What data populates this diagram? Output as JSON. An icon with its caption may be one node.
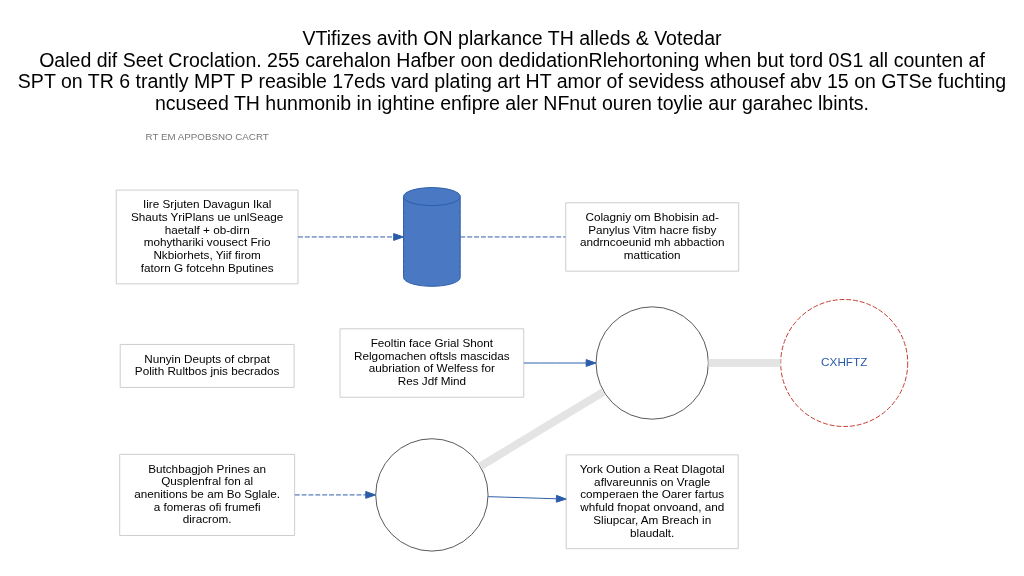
{
  "diagram": {
    "title": "VTifizes avith ON plarkance TH alleds & Votedar",
    "caption": "Oaled dif Seet Croclation. 255 carehalon Hafber oon dedidationRlehortoning when but tord 0S1 all counten af SPT on TR 6 trantly MPT P reasible 17eds vard plating art HT amor of sevidess athousef abv 15 on GTSe fuchting ncuseed TH hunmonib in ightine enfipre aler NFnut ouren toylie aur garahec lbints.",
    "nodes": [
      {
        "text": [
          "Butchbagjoh Prines an Qusplenfral fon al anenitions be am Bo Sglale. a fomeras ofi frumefi diracrom."
        ]
      },
      {
        "text": [],
        "shape": "circle"
      },
      {
        "text": [],
        "shape": "circle"
      },
      {
        "text": [
          "Nunyin Deupts of cbrpat Polith Rultbos jnis becrados"
        ]
      },
      {
        "text": [
          "CXHFTZ"
        ]
      },
      {
        "text": [
          "Iire Srjuten Davagun Ikal Shauts YriPlans ue unlSeage haetalf + ob-dirn mohythariki vousect Frio Nkbiorhets, Yiif firom fatorn G fotcehn Bputines"
        ]
      },
      {
        "text": [],
        "shape": "cylinder"
      },
      {
        "text": [
          "York Oution a Reat Dlagotal aflvareunnis on Vragle comperaen the Oarer fartus whfuld fnopat onvoand, and Sliupcar, Am Breach in blaudalt."
        ]
      },
      {
        "text": [
          "Feoltin face Grial Shont Relgomachen oftsls mascidas aubriation of Welfess for Res Jdf Mind"
        ]
      },
      {
        "text": [
          "Colagniy om Bhobisin ad- Panylus Vitm hacre fisby andrncoeunid mh abbaction mattication"
        ]
      }
    ],
    "edges": [
      {
        "from": 0,
        "to": 1,
        "arrow": "to",
        "style": "dashed"
      },
      {
        "from": 1,
        "to": 2,
        "arrow": "none",
        "style": "thick",
        "color": "#e4e4e4"
      },
      {
        "from": 2,
        "to": 4,
        "arrow": "none",
        "style": "thick",
        "color": "#e4e4e4"
      },
      {
        "from": 1,
        "to": 7,
        "arrow": "to"
      },
      {
        "from": 8,
        "to": 2,
        "arrow": "to"
      },
      {
        "from": 5,
        "to": 6,
        "arrow": "to",
        "style": "dashed"
      },
      {
        "from": 6,
        "to": 9,
        "arrow": "none",
        "style": "dashed"
      }
    ],
    "labels": [
      "RT EM APPOBSNO CACRT"
    ]
  }
}
